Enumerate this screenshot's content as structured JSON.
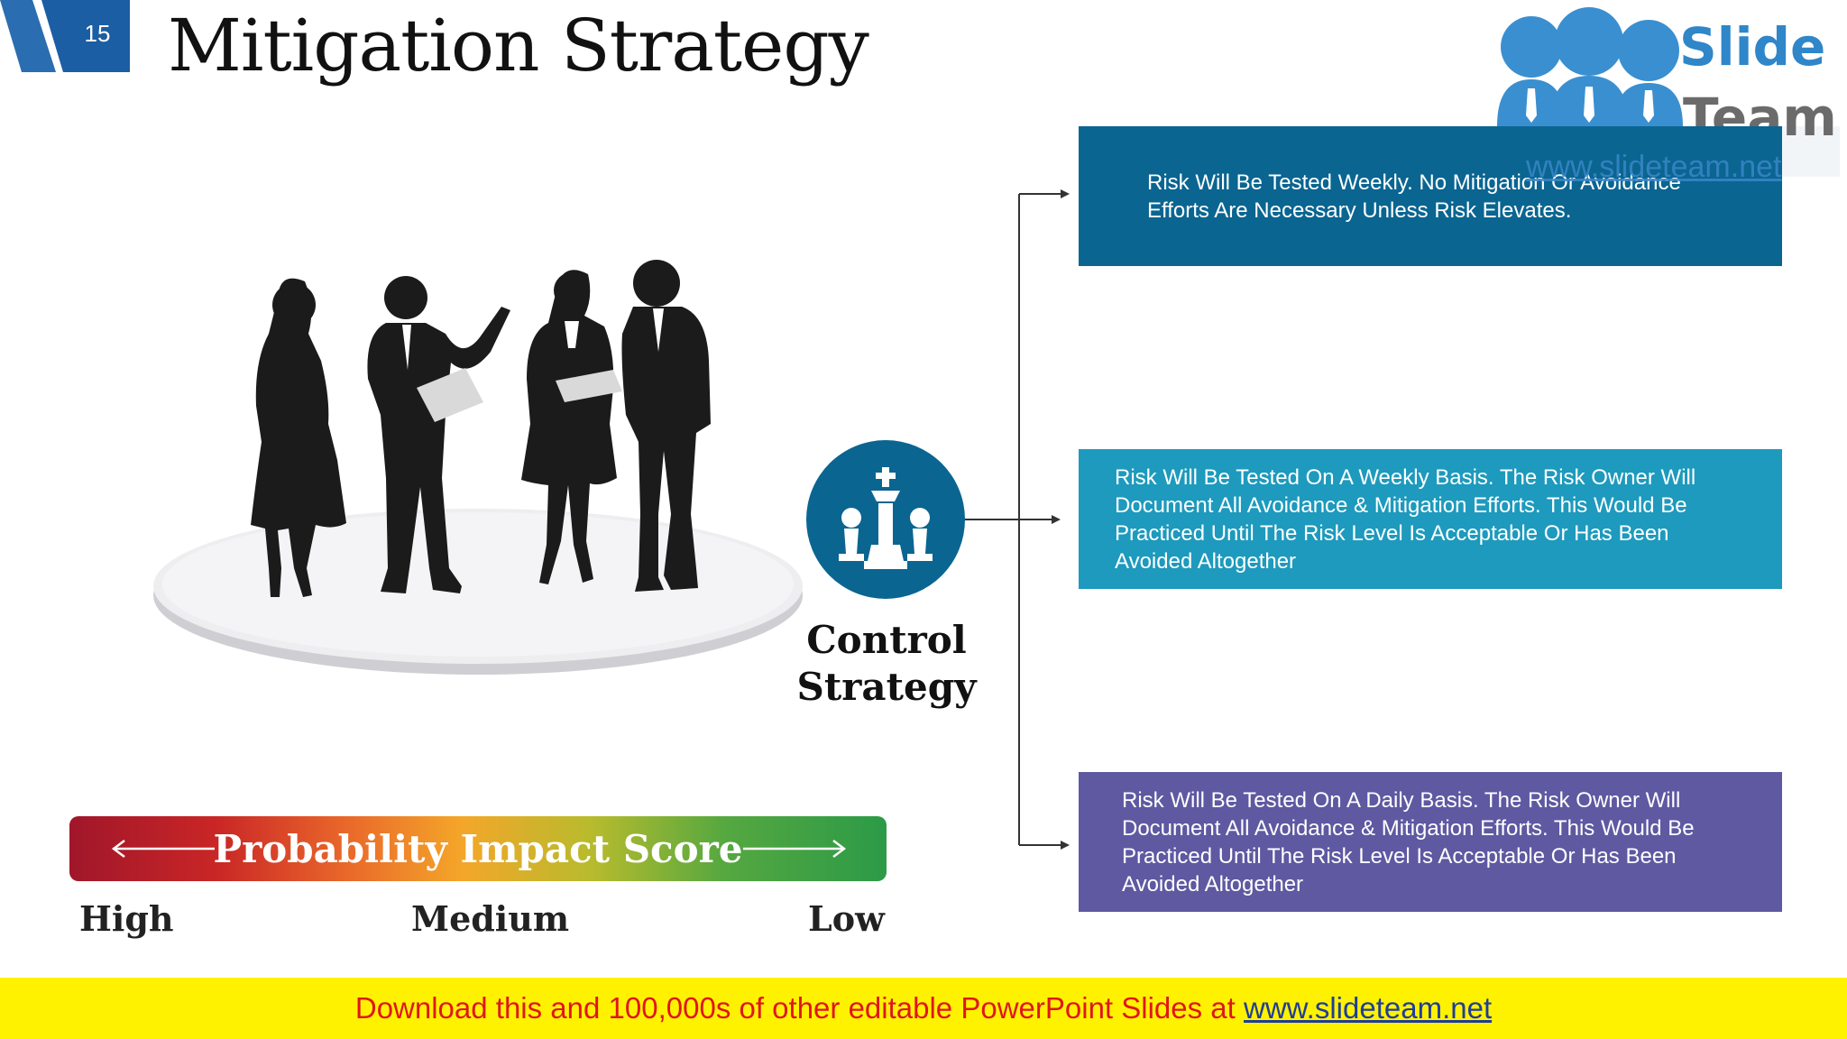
{
  "slide": {
    "number": "15",
    "title": "Mitigation Strategy"
  },
  "logo": {
    "word1": "Slide",
    "word2": "Team",
    "url": "www.slideteam.net"
  },
  "center": {
    "label_line1": "Control",
    "label_line2": "Strategy",
    "icon": "chess-pieces-icon"
  },
  "boxes": [
    {
      "text": "Risk Will Be Tested Weekly. No Mitigation Or Avoidance Efforts Are Necessary Unless Risk Elevates.",
      "color": "#0a6591"
    },
    {
      "text": "Risk Will Be Tested On A Weekly Basis. The Risk Owner Will Document All Avoidance & Mitigation Efforts. This Would Be Practiced Until The Risk Level Is Acceptable Or Has Been Avoided Altogether",
      "color": "#1d9abd"
    },
    {
      "text": "Risk Will Be Tested On A Daily Basis. The Risk Owner Will Document All Avoidance & Mitigation Efforts. This Would Be Practiced Until The Risk Level Is Acceptable Or Has Been Avoided Altogether",
      "color": "#5e59a1"
    }
  ],
  "score": {
    "label": "Probability Impact Score",
    "high": "High",
    "medium": "Medium",
    "low": "Low"
  },
  "footer": {
    "text": "Download this and 100,000s of other editable PowerPoint Slides at ",
    "link": "www.slideteam.net"
  },
  "colors": {
    "accent_blue": "#0a6591",
    "teal": "#1d9abd",
    "purple": "#5e59a1",
    "footer_bg": "#fff200",
    "footer_text": "#e0161d"
  }
}
